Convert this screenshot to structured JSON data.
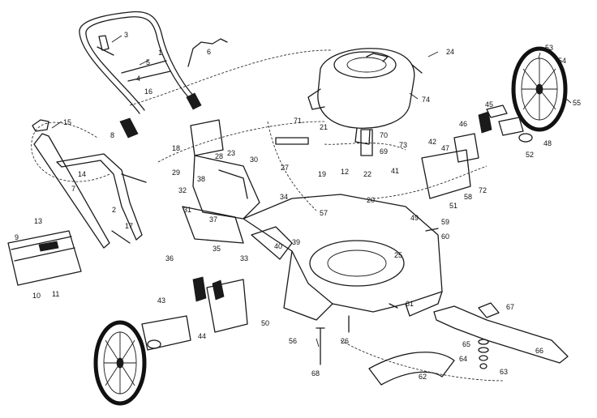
{
  "callouts": [
    "1",
    "2",
    "3",
    "4",
    "5",
    "6",
    "7",
    "8",
    "9",
    "10",
    "11",
    "12",
    "13",
    "14",
    "15",
    "16",
    "17",
    "18",
    "19",
    "20",
    "21",
    "22",
    "23",
    "24",
    "25",
    "26",
    "27",
    "28",
    "29",
    "30",
    "31",
    "32",
    "33",
    "34",
    "35",
    "36",
    "37",
    "38",
    "39",
    "40",
    "41",
    "42",
    "43",
    "44",
    "45",
    "46",
    "47",
    "48",
    "49",
    "50",
    "51",
    "52",
    "53",
    "54",
    "55",
    "56",
    "57",
    "58",
    "59",
    "60",
    "61",
    "62",
    "63",
    "64",
    "65",
    "66",
    "67",
    "68",
    "69",
    "70",
    "71",
    "72",
    "73",
    "74"
  ],
  "colors": {
    "ink": "#1a1a1a",
    "paper": "#ffffff"
  }
}
